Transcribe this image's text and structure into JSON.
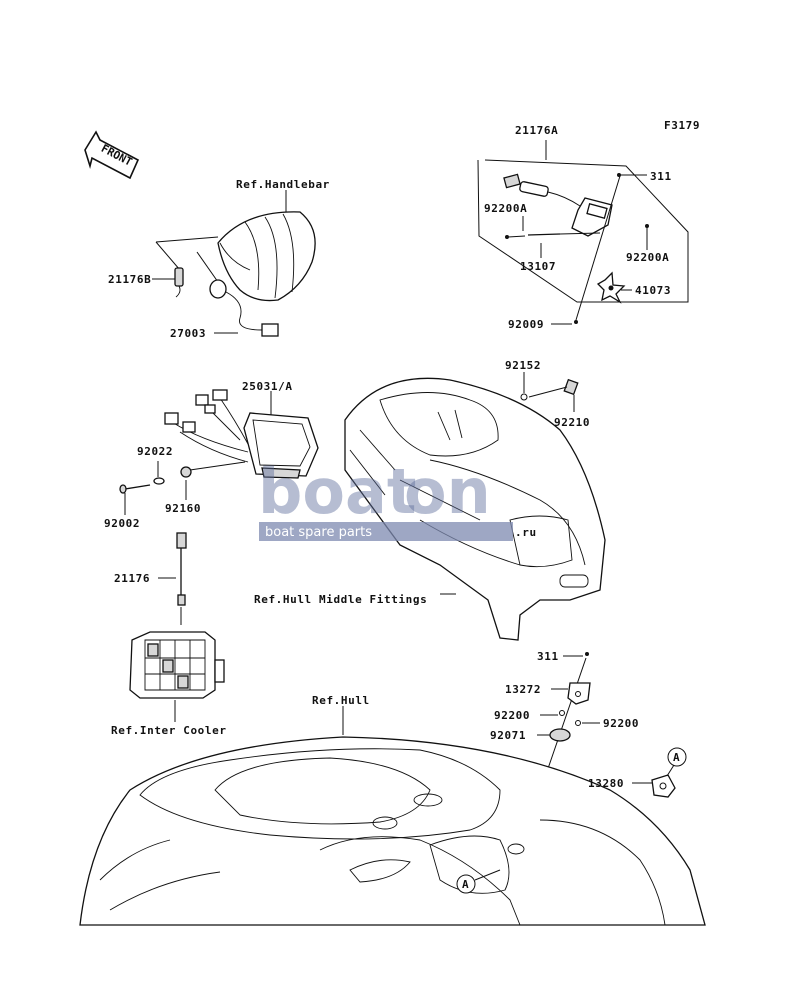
{
  "figure_code": "F3179",
  "front_arrow": "FRONT",
  "watermark": {
    "logo": "boat",
    "logo_suffix": "on",
    "subtitle": "boat spare parts",
    "domain": ".ru"
  },
  "refs": {
    "handlebar": "Ref.Handlebar",
    "hull_middle": "Ref.Hull Middle Fittings",
    "hull": "Ref.Hull",
    "inter_cooler": "Ref.Inter Cooler"
  },
  "parts": {
    "p21176A": "21176A",
    "p311_top": "311",
    "p92200A_left": "92200A",
    "p92200A_right": "92200A",
    "p13107": "13107",
    "p41073": "41073",
    "p92009": "92009",
    "p21176B": "21176B",
    "p27003": "27003",
    "p25031A": "25031/A",
    "p92152": "92152",
    "p92210": "92210",
    "p92022": "92022",
    "p92160": "92160",
    "p92002": "92002",
    "p21176": "21176",
    "p311_bottom": "311",
    "p13272": "13272",
    "p92200_left": "92200",
    "p92200_right": "92200",
    "p92071": "92071",
    "p13280": "13280"
  },
  "callouts": {
    "a_upper": "A",
    "a_lower": "A"
  }
}
